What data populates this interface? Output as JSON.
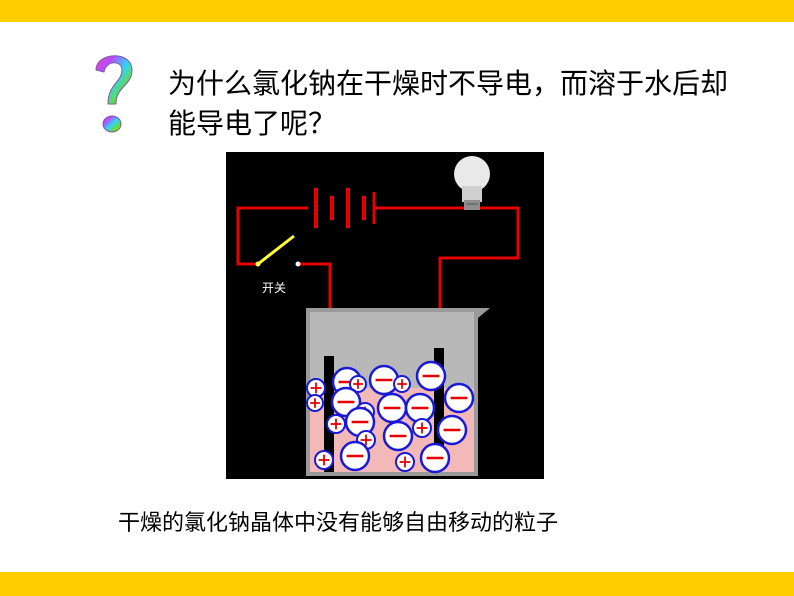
{
  "slide": {
    "question": "为什么氯化钠在干燥时不导电，而溶于水后却能导电了呢？",
    "caption": "干燥的氯化钠晶体中没有能够自由移动的粒子"
  },
  "diagram": {
    "switch_label": "开关",
    "positive_ion": "+",
    "negative_ion": "−"
  },
  "colors": {
    "banner": "#ffcc00",
    "wire": "#e60000",
    "diagram_background": "#000000",
    "switch_lever": "#ffff33",
    "ion_outline": "#1a1ad6",
    "ion_sign": "#e60000",
    "solution": "#f3b8b8"
  },
  "icons": {
    "question": "rainbow-question-mark-icon",
    "battery": "battery-icon",
    "bulb": "light-bulb-icon",
    "beaker": "beaker-icon"
  }
}
